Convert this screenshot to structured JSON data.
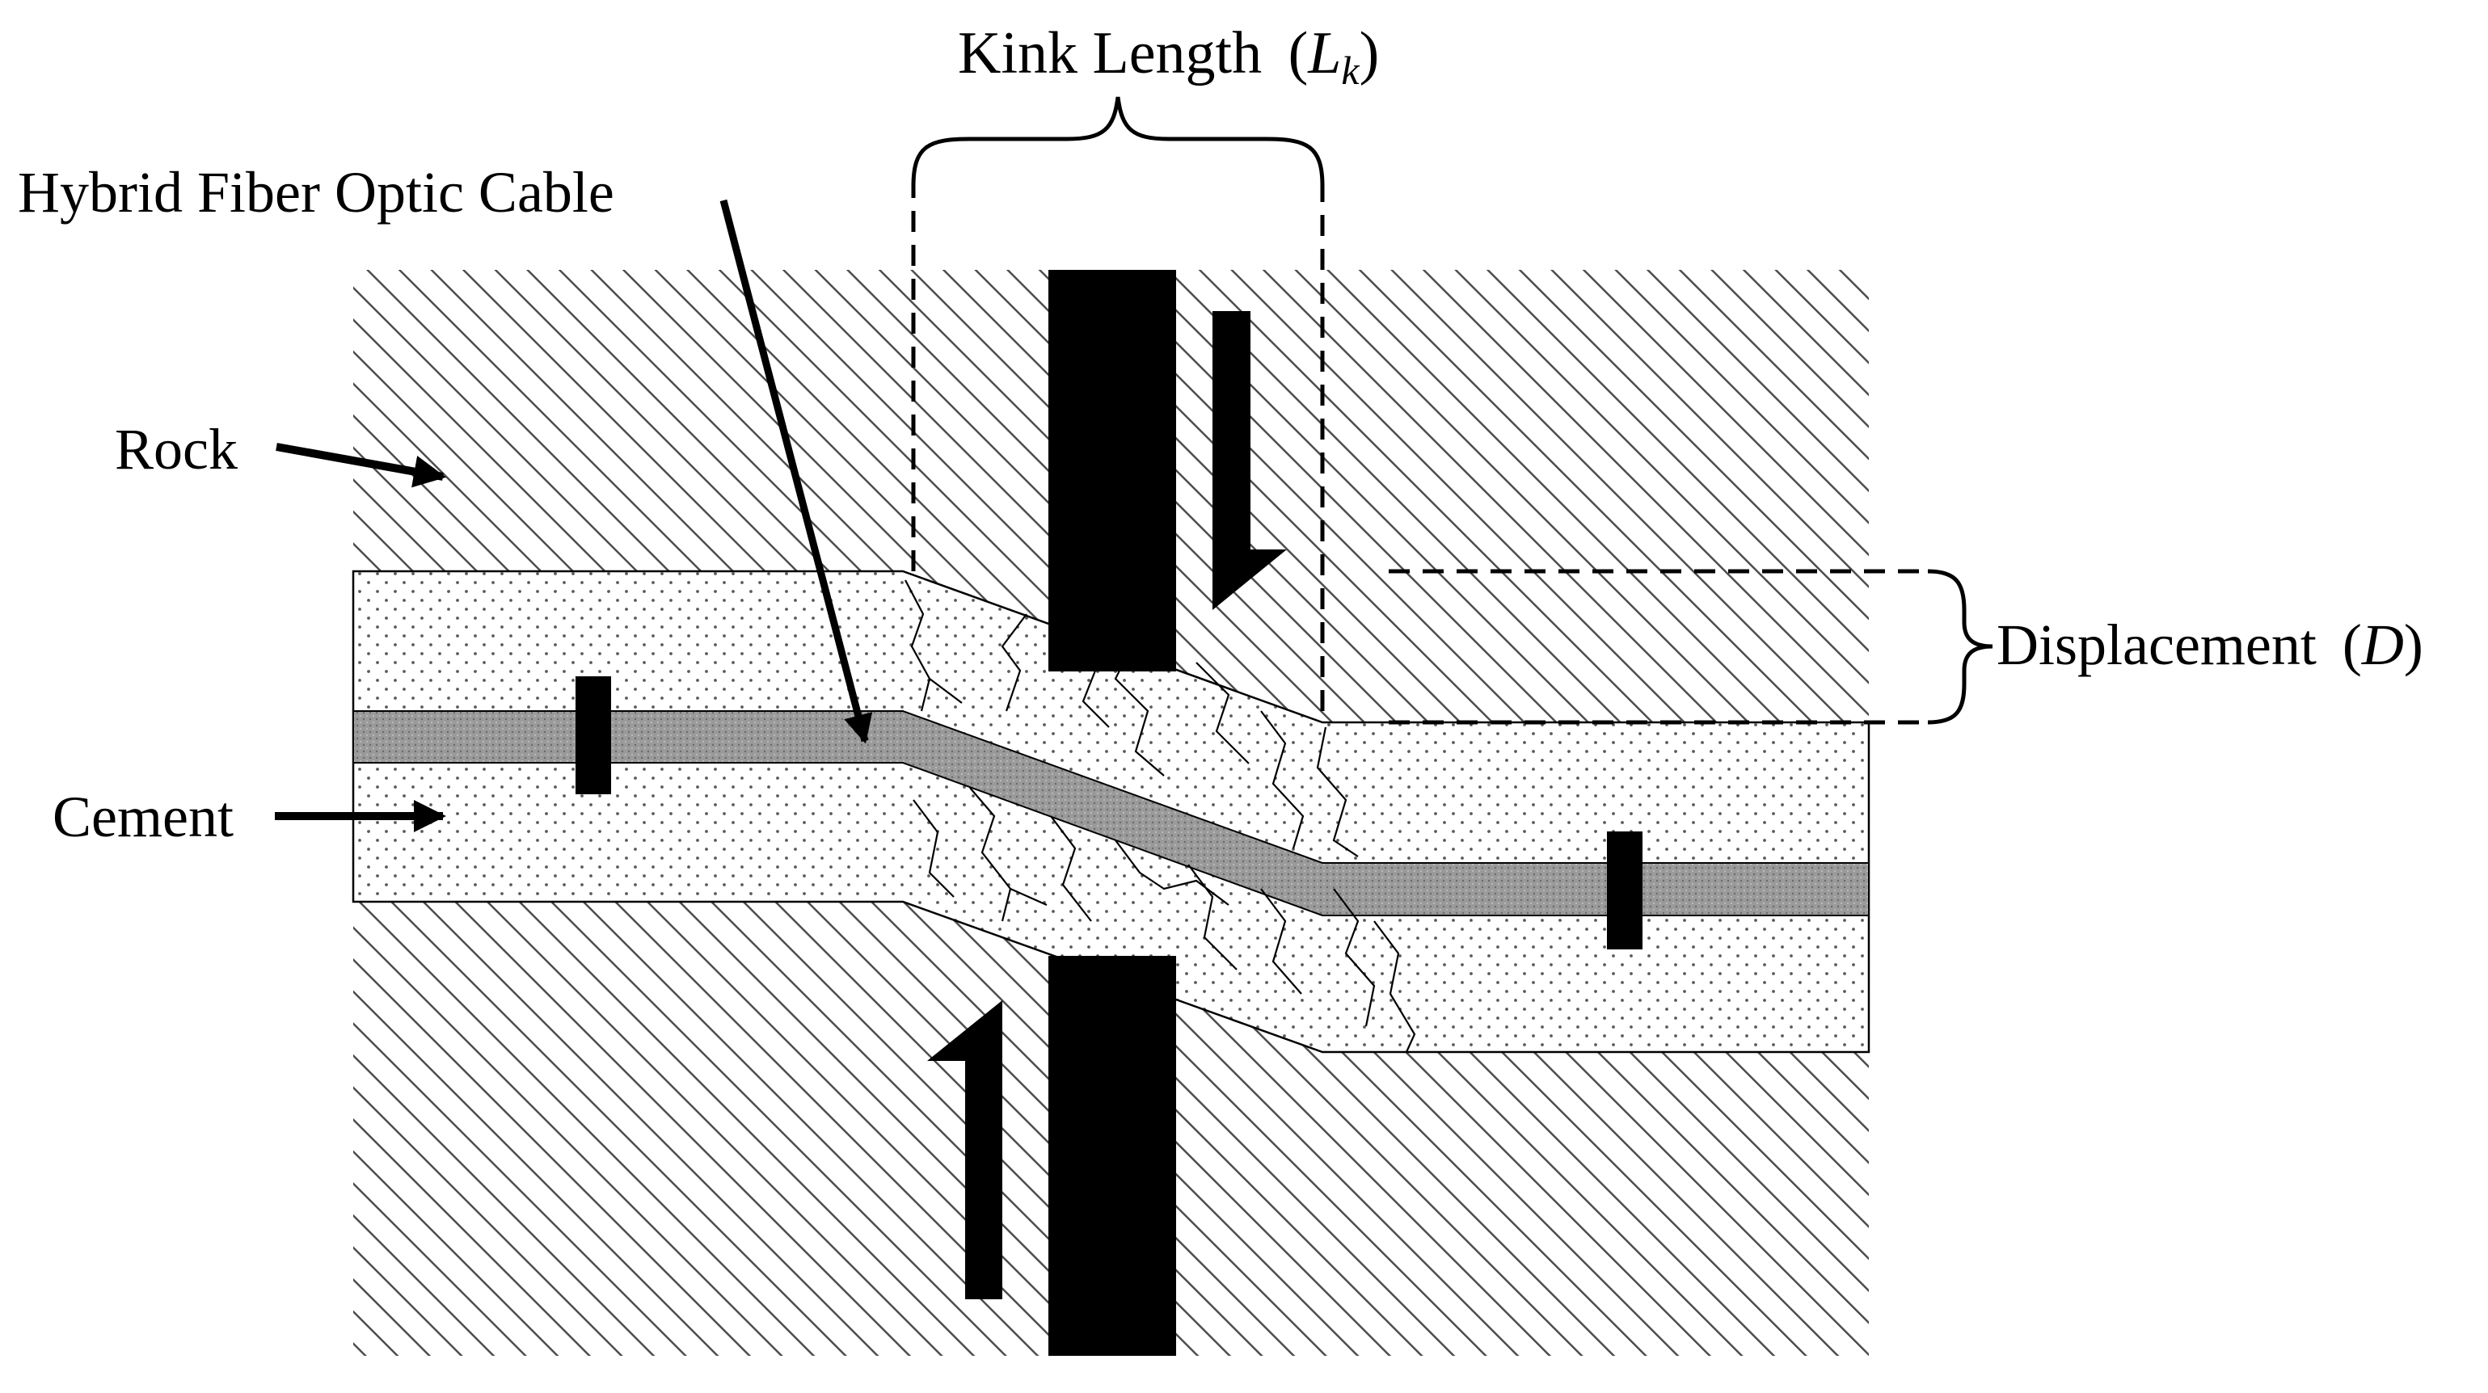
{
  "labels": {
    "kink_length": "Kink Length",
    "kink_symbol": "L",
    "kink_subscript": "k",
    "cable": "Hybrid Fiber Optic Cable",
    "rock": "Rock",
    "cement": "Cement",
    "displacement": "Displacement",
    "displacement_symbol": "D",
    "paren_open": "(",
    "paren_close": ")"
  },
  "colors": {
    "line": "#000000",
    "hatch": "#4d4d4d",
    "cable": "#9a9a9a",
    "cement_dots": "#5a5a5a",
    "background": "#ffffff"
  }
}
